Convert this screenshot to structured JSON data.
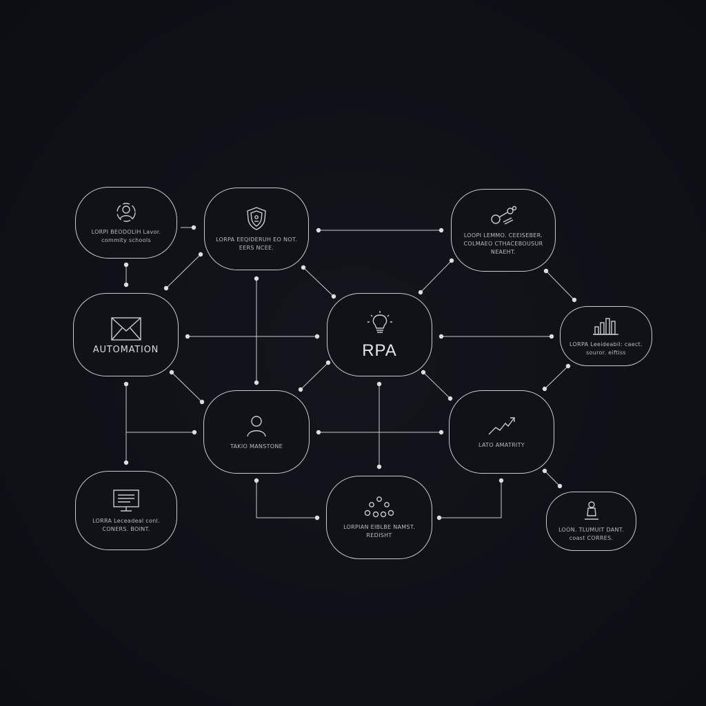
{
  "colors": {
    "background": "#0f1318",
    "line": "#c9ccd1",
    "dot": "#dcdfe2"
  },
  "nodes": {
    "top_left": {
      "icon": "user-shield-icon",
      "label": "LORPI BEODOLIH Lavor.\ncommity schools"
    },
    "top_middle": {
      "icon": "shield-icon",
      "label": "LORPA EEQIDERUH EO NOT.\nEERS NCEE."
    },
    "top_right": {
      "icon": "robot-arm-icon",
      "label": "LOOPI LEMMO. CEEISEBER.\nCOLMAEO CTHACEBOUSUR\nNEAEHT."
    },
    "automation": {
      "icon": "envelope-icon",
      "label": "AUTOMATION"
    },
    "rpa": {
      "icon": "lightbulb-icon",
      "label": "RPA"
    },
    "right": {
      "icon": "bar-chart-icon",
      "label": "LORPA Leeideabil: caect.\nsouror. eiftiss"
    },
    "center_left": {
      "icon": "person-icon",
      "label": "TAKIO MANSTONE"
    },
    "center_right": {
      "icon": "trend-line-icon",
      "label": "LATO AMATRITY"
    },
    "bottom_left": {
      "icon": "monitor-icon",
      "label": "LORRA Leceadeal conl.\nCONERS. BOINT."
    },
    "bottom_middle": {
      "icon": "network-dots-icon",
      "label": "LORPIAN EIBLBE NAMST.\nREDISHT"
    },
    "bottom_right": {
      "icon": "person-stand-icon",
      "label": "LOON. TLUMUIT DANT.\ncoast CORRES."
    }
  }
}
